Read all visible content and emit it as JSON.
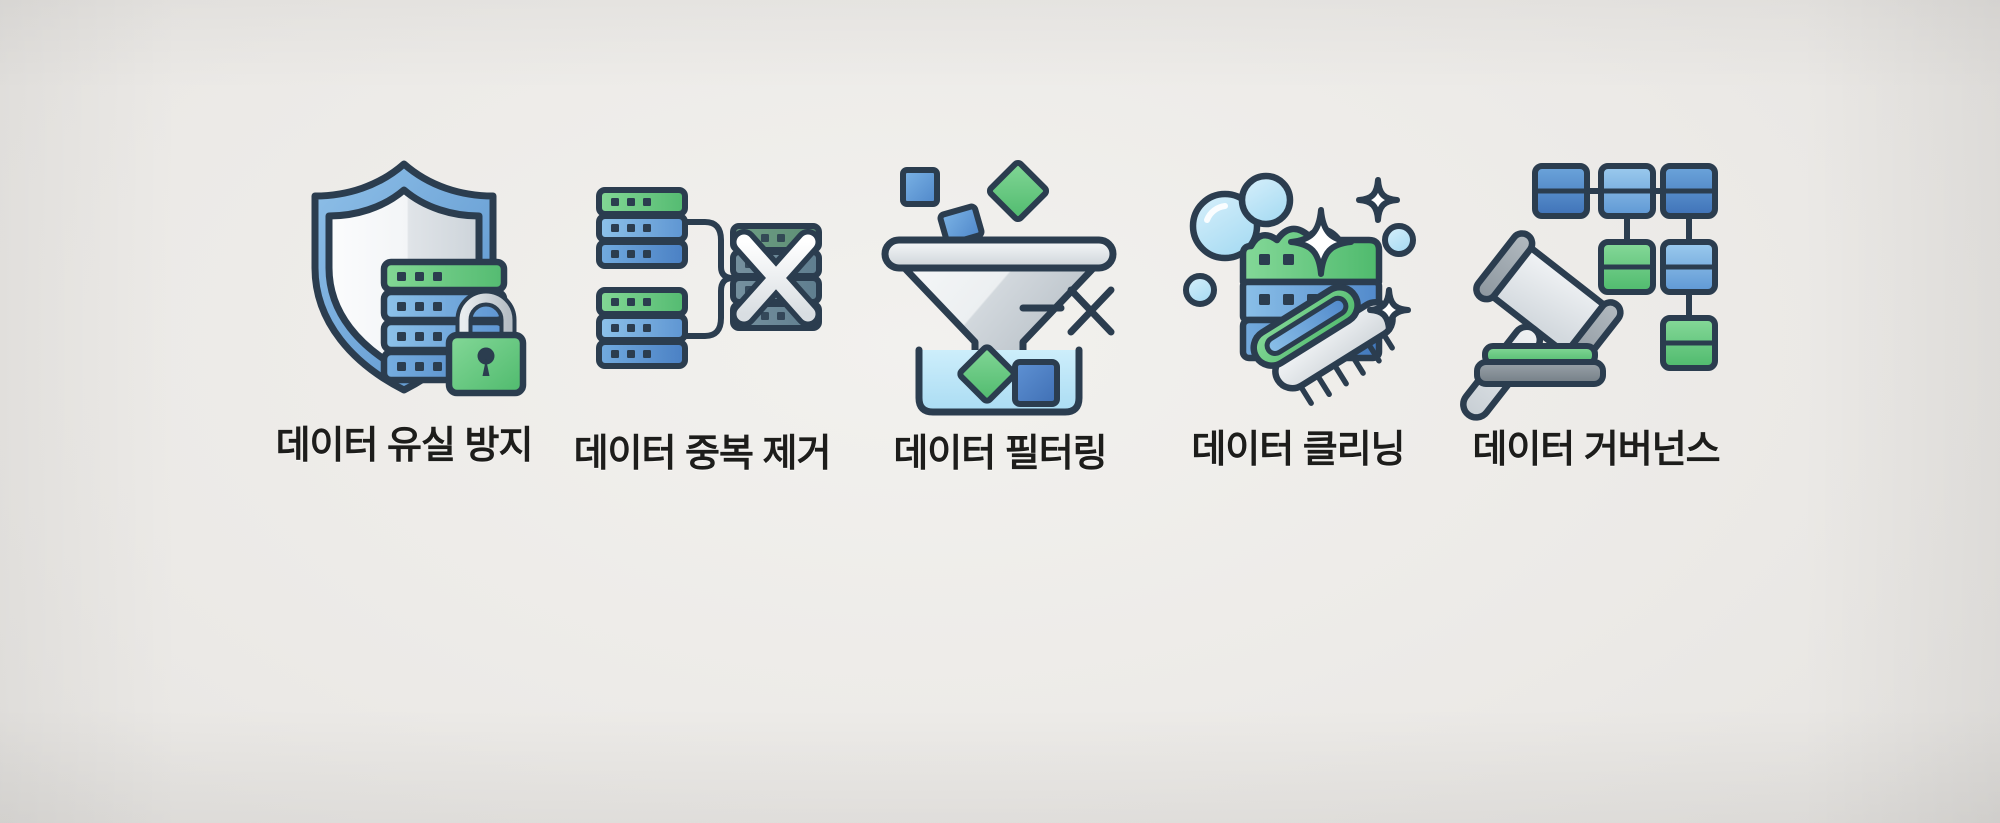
{
  "page": {
    "background_color": "#ecebe8",
    "layout": "horizontal-row-of-5-icon-cards",
    "language": "ko"
  },
  "palette": {
    "outline": "#2b3d4f",
    "blue_light": "#7fb3e0",
    "blue_mid": "#5a97d6",
    "blue_deep": "#4a80c4",
    "green_light": "#77cf8e",
    "green_mid": "#5cbf77",
    "white_soft": "#f4f6f7",
    "gray_light": "#e3e6e8",
    "gray_mid": "#b9bfc4",
    "gray_disabled": "#6f8594",
    "water_blue": "#bfe6f7",
    "text": "#1d1d1b"
  },
  "items": [
    {
      "id": "data-loss-prevention",
      "label": "데이터 유실 방지",
      "icon_name": "shield-server-lock-icon",
      "icon_parts": [
        "shield",
        "server-stack",
        "padlock"
      ],
      "server_rows": 4,
      "server_row_colors": [
        "green",
        "blue",
        "blue",
        "blue"
      ],
      "dots_per_row": 3
    },
    {
      "id": "data-deduplication",
      "label": "데이터 중복 제거",
      "icon_name": "duplicate-servers-removed-icon",
      "icon_parts": [
        "server-stack-top",
        "server-stack-bottom",
        "connector-lines",
        "server-stack-crossed-out"
      ],
      "server_rows": 3,
      "server_row_colors": [
        "green",
        "blue",
        "blue"
      ],
      "dots_per_row": 3,
      "cross_mark": "X"
    },
    {
      "id": "data-filtering",
      "label": "데이터 필터링",
      "icon_name": "funnel-filter-icon",
      "icon_parts": [
        "funnel",
        "input-shapes",
        "reject-x-mark",
        "collection-basin",
        "accepted-shapes"
      ],
      "input_shapes": [
        "blue-square",
        "green-diamond",
        "blue-square-tilted"
      ],
      "collected_shapes": [
        "green-diamond",
        "blue-square"
      ],
      "reject_mark": "X"
    },
    {
      "id": "data-cleaning",
      "label": "데이터 클리닝",
      "icon_name": "server-scrub-brush-bubbles-icon",
      "icon_parts": [
        "server-stack",
        "scrub-brush",
        "soap-bubbles",
        "sparkles"
      ],
      "server_rows": 3,
      "server_row_colors": [
        "green",
        "blue",
        "blue"
      ],
      "bubbles": 4,
      "sparkles": 3
    },
    {
      "id": "data-governance",
      "label": "데이터 거버넌스",
      "icon_name": "gavel-node-hierarchy-icon",
      "icon_parts": [
        "gavel",
        "sounding-block",
        "node-tree"
      ],
      "nodes": [
        {
          "row": 0,
          "col": 0,
          "color": "blue-deep"
        },
        {
          "row": 0,
          "col": 1,
          "color": "blue-light"
        },
        {
          "row": 0,
          "col": 2,
          "color": "blue-deep"
        },
        {
          "row": 1,
          "col": 1,
          "color": "green"
        },
        {
          "row": 1,
          "col": 2,
          "color": "blue-light"
        },
        {
          "row": 2,
          "col": 2,
          "color": "green"
        }
      ],
      "connector_count": 5
    }
  ]
}
